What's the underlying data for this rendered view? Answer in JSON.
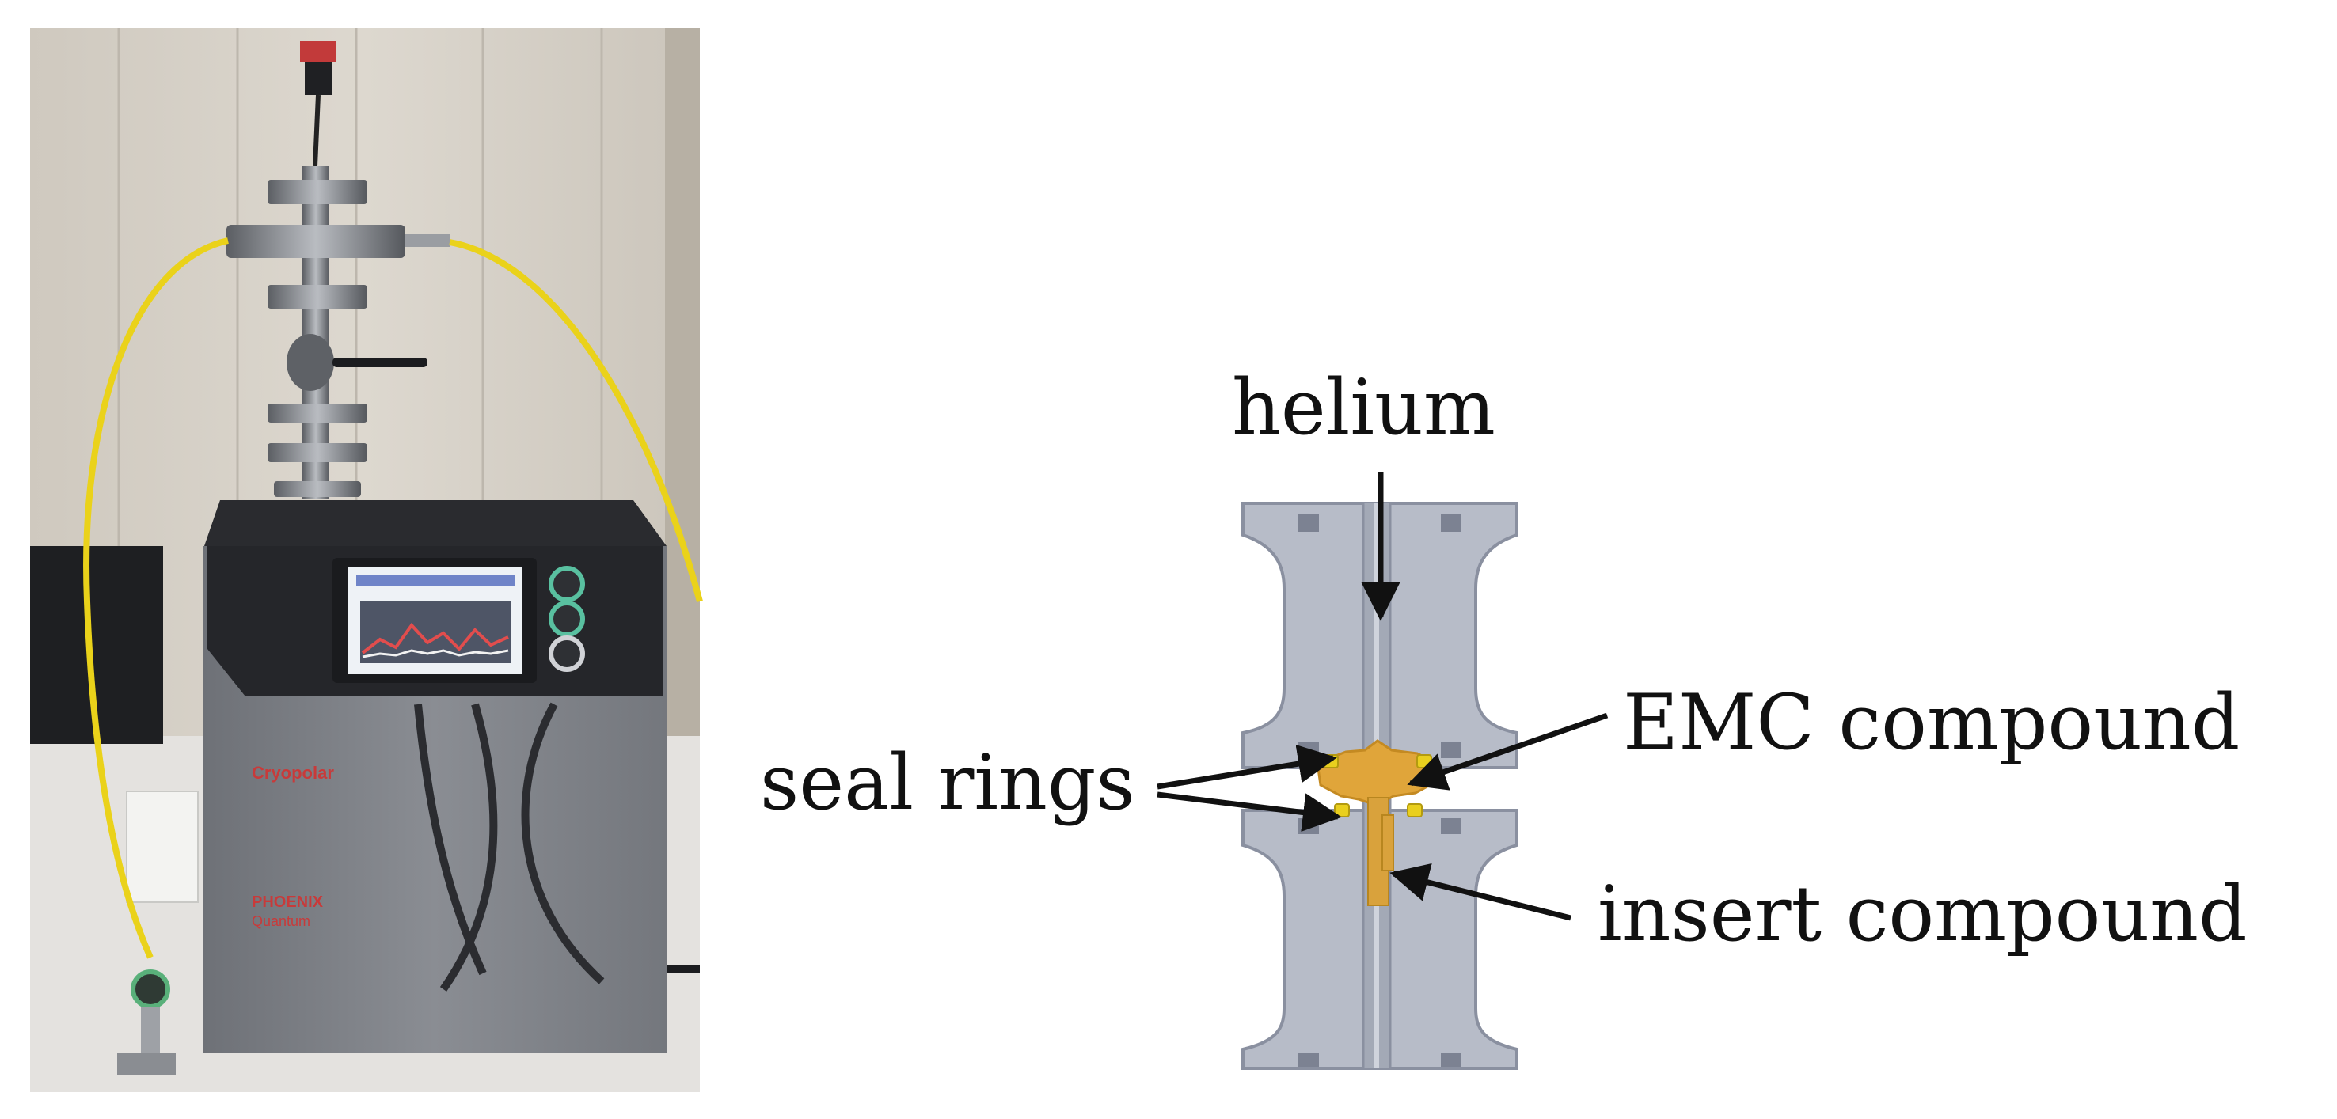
{
  "figure": {
    "labels": {
      "helium": "helium",
      "emc": "EMC compound",
      "seal": "seal rings",
      "insert": "insert compound"
    },
    "photo": {
      "brand": "Cryopolar",
      "model_line1": "PHOENIX",
      "model_line2": "Quantum"
    },
    "colors": {
      "flange_body": "#b7bcc8",
      "flange_edge": "#8a90a0",
      "emc_compound": "#e0a53a",
      "insert_compound": "#d9a23c",
      "seal_rings": "#e9cf1e",
      "cable": "#ead21a",
      "device_body": "#7c7f85",
      "device_panel": "#25262a"
    }
  }
}
